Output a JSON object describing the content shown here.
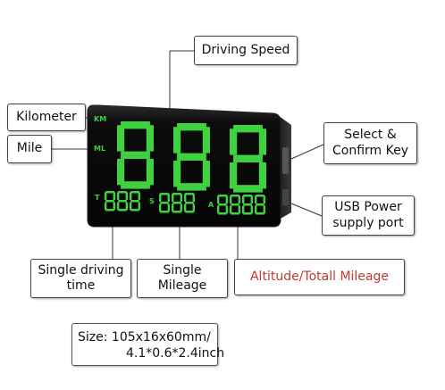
{
  "callouts": {
    "driving_speed": "Driving Speed",
    "kilometer": "Kilometer",
    "mile": "Mile",
    "select_confirm": "Select &\nConfirm Key",
    "usb_power": "USB Power\nsupply port",
    "single_driving_time": "Single driving\ntime",
    "single_mileage": "Single\nMileage",
    "altitude_total": "Altitude/Totall Mileage"
  },
  "device_labels": {
    "km": "KM",
    "ml": "ML",
    "t": "T",
    "s": "S",
    "a": "A"
  },
  "size": {
    "line1": "Size: 105x16x60mm/",
    "line2": "4.1*0.6*2.4inch"
  },
  "colors": {
    "segment_green": "#3fd13f",
    "device_body": "#0b0b0b",
    "callout_red": "#c0392b"
  }
}
